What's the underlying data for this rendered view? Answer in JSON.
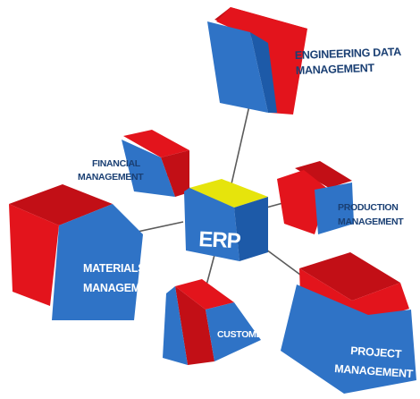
{
  "center": {
    "label": "ERP"
  },
  "modules": {
    "engineering": {
      "line1": "ENGINEERING DATA",
      "line2": "MANAGEMENT"
    },
    "financial": {
      "line1": "FINANCIAL",
      "line2": "MANAGEMENT"
    },
    "production": {
      "line1": "PRODUCTION",
      "line2": "MANAGEMENT"
    },
    "materials": {
      "line1": "MATERIALS",
      "line2": "MANAGEMENT"
    },
    "customer": {
      "line1": "CUSTOMER"
    },
    "project": {
      "line1": "PROJECT",
      "line2": "MANAGEMENT"
    }
  },
  "colors": {
    "red": "#e3141c",
    "blue": "#2f73c6",
    "blue_dark": "#1d5aa8",
    "yellow": "#e6e40c",
    "connector": "#5a5a5a",
    "label_dark": "#1a3f73"
  }
}
